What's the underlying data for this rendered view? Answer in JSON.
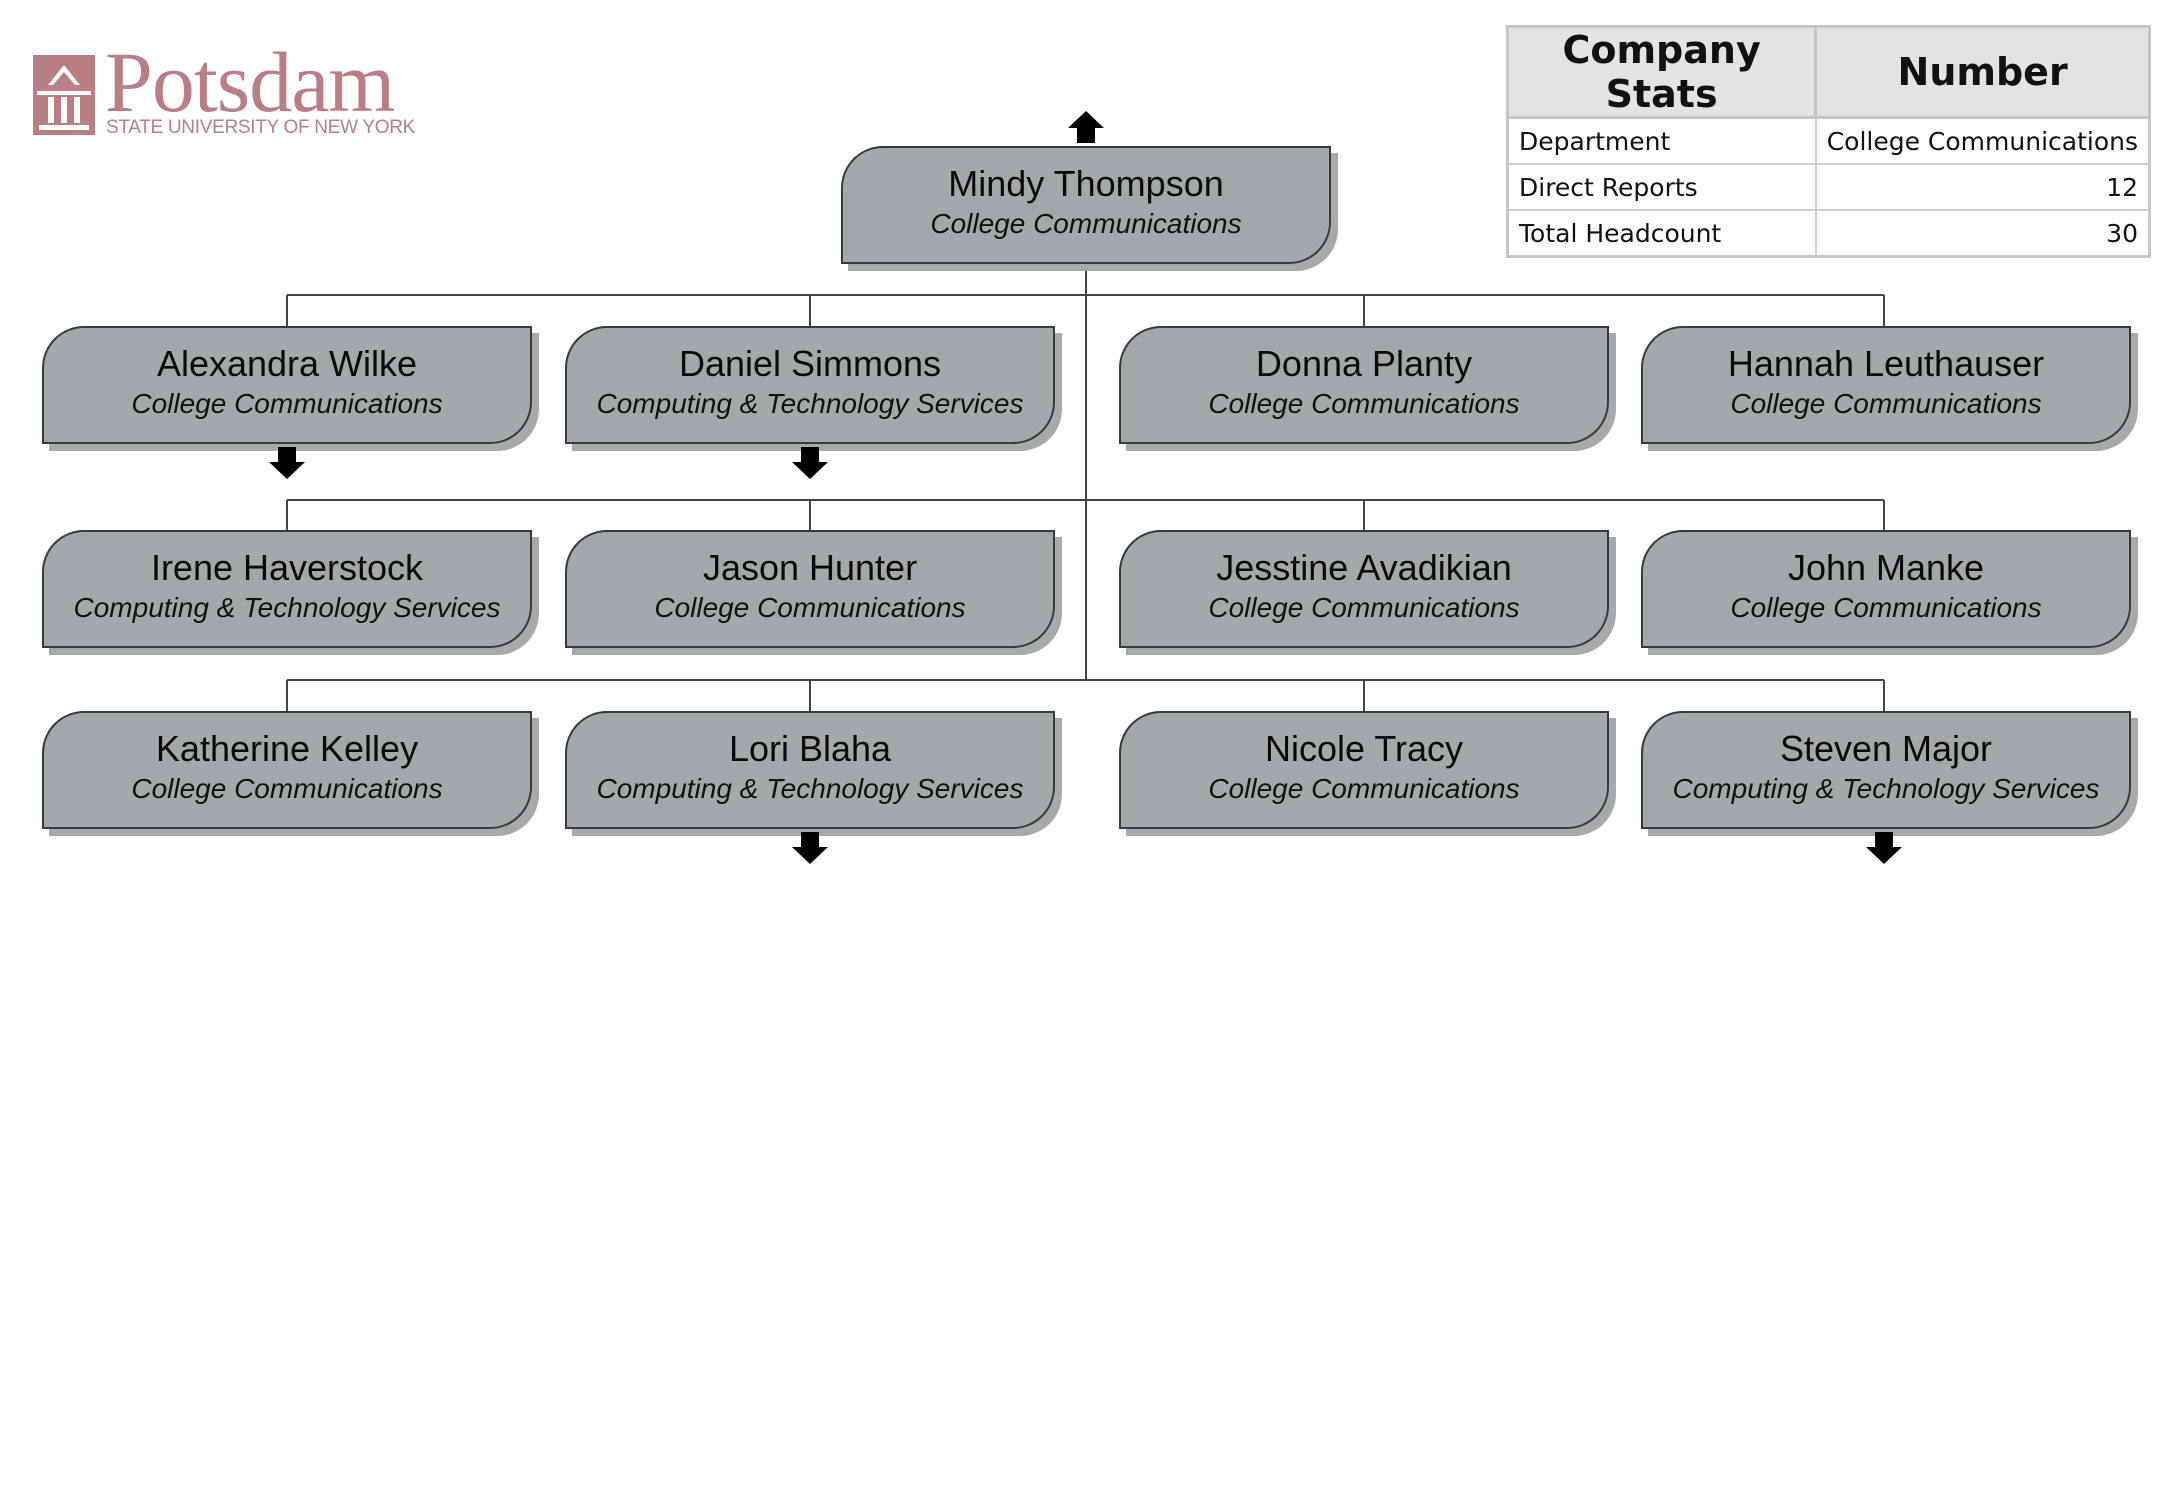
{
  "logo": {
    "word": "Potsdam",
    "subtitle": "STATE UNIVERSITY OF NEW YORK",
    "color": "#b97f85"
  },
  "stats": {
    "header_label": "Company Stats",
    "header_value": "Number",
    "rows": [
      {
        "label": "Department",
        "value": "College Communications"
      },
      {
        "label": "Direct Reports",
        "value": "12"
      },
      {
        "label": "Total Headcount",
        "value": "30"
      }
    ]
  },
  "colors": {
    "box_fill": "#a3a8ab",
    "box_shadow": "#a9a9a9",
    "connector": "#444444"
  },
  "chart": {
    "root": {
      "name": "Mindy Thompson",
      "dept": "College Communications"
    },
    "reports": [
      {
        "name": "Alexandra Wilke",
        "dept": "College Communications"
      },
      {
        "name": "Daniel Simmons",
        "dept": "Computing & Technology Services"
      },
      {
        "name": "Donna Planty",
        "dept": "College Communications"
      },
      {
        "name": "Hannah Leuthauser",
        "dept": "College Communications"
      },
      {
        "name": "Irene Haverstock",
        "dept": "Computing & Technology Services"
      },
      {
        "name": "Jason Hunter",
        "dept": "College Communications"
      },
      {
        "name": "Jesstine Avadikian",
        "dept": "College Communications"
      },
      {
        "name": "John Manke",
        "dept": "College Communications"
      },
      {
        "name": "Katherine Kelley",
        "dept": "College Communications"
      },
      {
        "name": "Lori Blaha",
        "dept": "Computing & Technology Services"
      },
      {
        "name": "Nicole Tracy",
        "dept": "College Communications"
      },
      {
        "name": "Steven Major",
        "dept": "Computing & Technology Services"
      }
    ]
  }
}
